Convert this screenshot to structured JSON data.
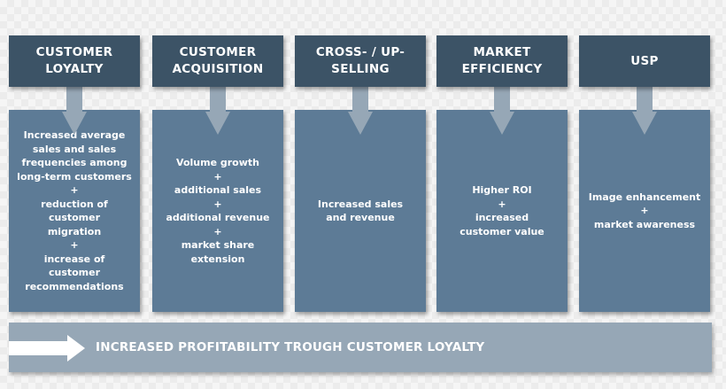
{
  "columns": [
    {
      "header": "CUSTOMER\nLOYALTY",
      "lines": [
        "Increased average",
        "sales and sales",
        "frequencies among",
        "long-term customers",
        "+",
        "reduction of customer",
        "migration",
        "+",
        "increase of",
        "customer",
        "recommendations"
      ]
    },
    {
      "header": "CUSTOMER\nACQUISITION",
      "lines": [
        "Volume growth",
        "+",
        "additional sales",
        "+",
        "additional revenue",
        "+",
        "market share extension"
      ]
    },
    {
      "header": "CROSS- / UP-\nSELLING",
      "lines": [
        "Increased sales",
        "and revenue"
      ]
    },
    {
      "header": "MARKET\nEFFICIENCY",
      "lines": [
        "Higher ROI",
        "+",
        "increased",
        "customer value"
      ]
    },
    {
      "header": "USP",
      "lines": [
        "Image enhancement",
        "+",
        "market awareness"
      ]
    }
  ],
  "footer": {
    "text": "INCREASED PROFITABILITY TROUGH CUSTOMER LOYALTY"
  },
  "colors": {
    "header": "#3c5366",
    "body": "#5d7b96",
    "arrow": "#96a7b6",
    "footer": "#96a7b6"
  }
}
